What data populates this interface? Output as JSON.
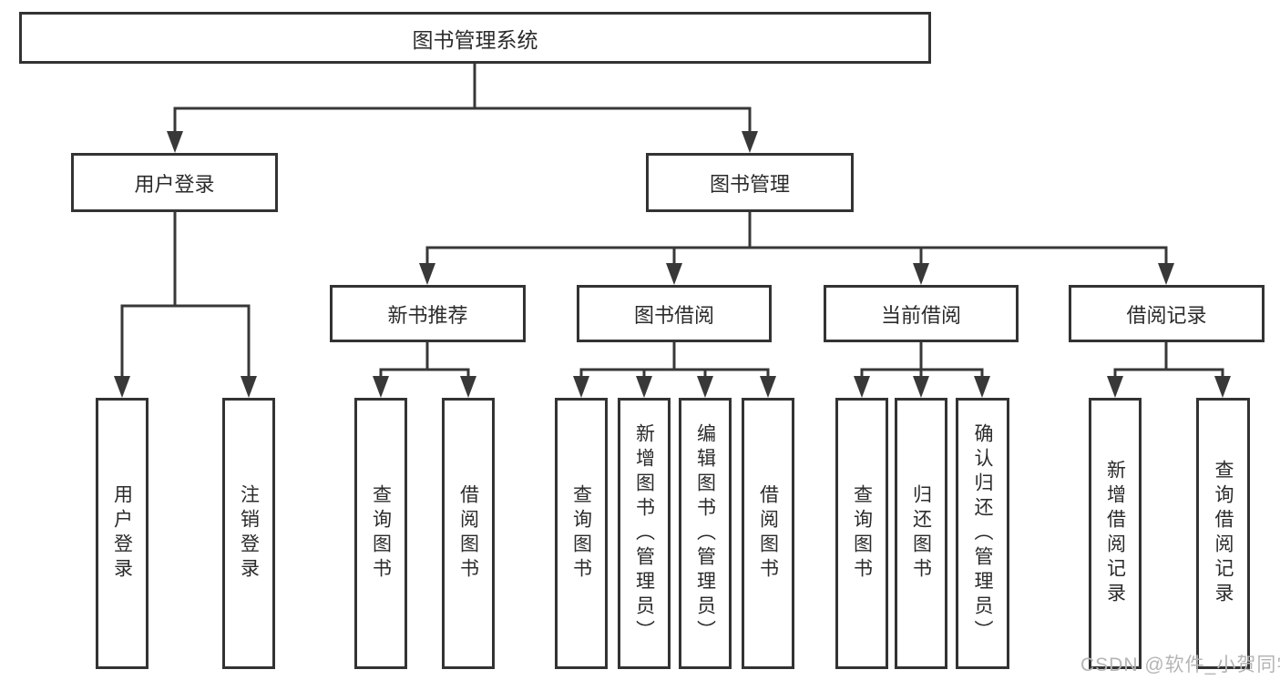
{
  "diagram_type": "functional-structure-tree",
  "tree": {
    "root": {
      "label": "图书管理系统",
      "children": [
        {
          "label": "用户登录",
          "children": [
            {
              "label": "用户登录"
            },
            {
              "label": "注销登录"
            }
          ]
        },
        {
          "label": "图书管理",
          "children": [
            {
              "label": "新书推荐",
              "children": [
                {
                  "label": "查询图书"
                },
                {
                  "label": "借阅图书"
                }
              ]
            },
            {
              "label": "图书借阅",
              "children": [
                {
                  "label": "查询图书"
                },
                {
                  "label": "新增图书（管理员）"
                },
                {
                  "label": "编辑图书（管理员）"
                },
                {
                  "label": "借阅图书"
                }
              ]
            },
            {
              "label": "当前借阅",
              "children": [
                {
                  "label": "查询图书"
                },
                {
                  "label": "归还图书"
                },
                {
                  "label": "确认归还（管理员）"
                }
              ]
            },
            {
              "label": "借阅记录",
              "children": [
                {
                  "label": "新增借阅记录"
                },
                {
                  "label": "查询借阅记录"
                }
              ]
            }
          ]
        }
      ]
    }
  },
  "watermark": {
    "text": "CSDN @软件_小贺同学"
  },
  "colors": {
    "line": "#383838",
    "box_border": "#333333",
    "text": "#2b2b2b",
    "background": "#ffffff",
    "watermark_text": "#b5b5b5"
  }
}
